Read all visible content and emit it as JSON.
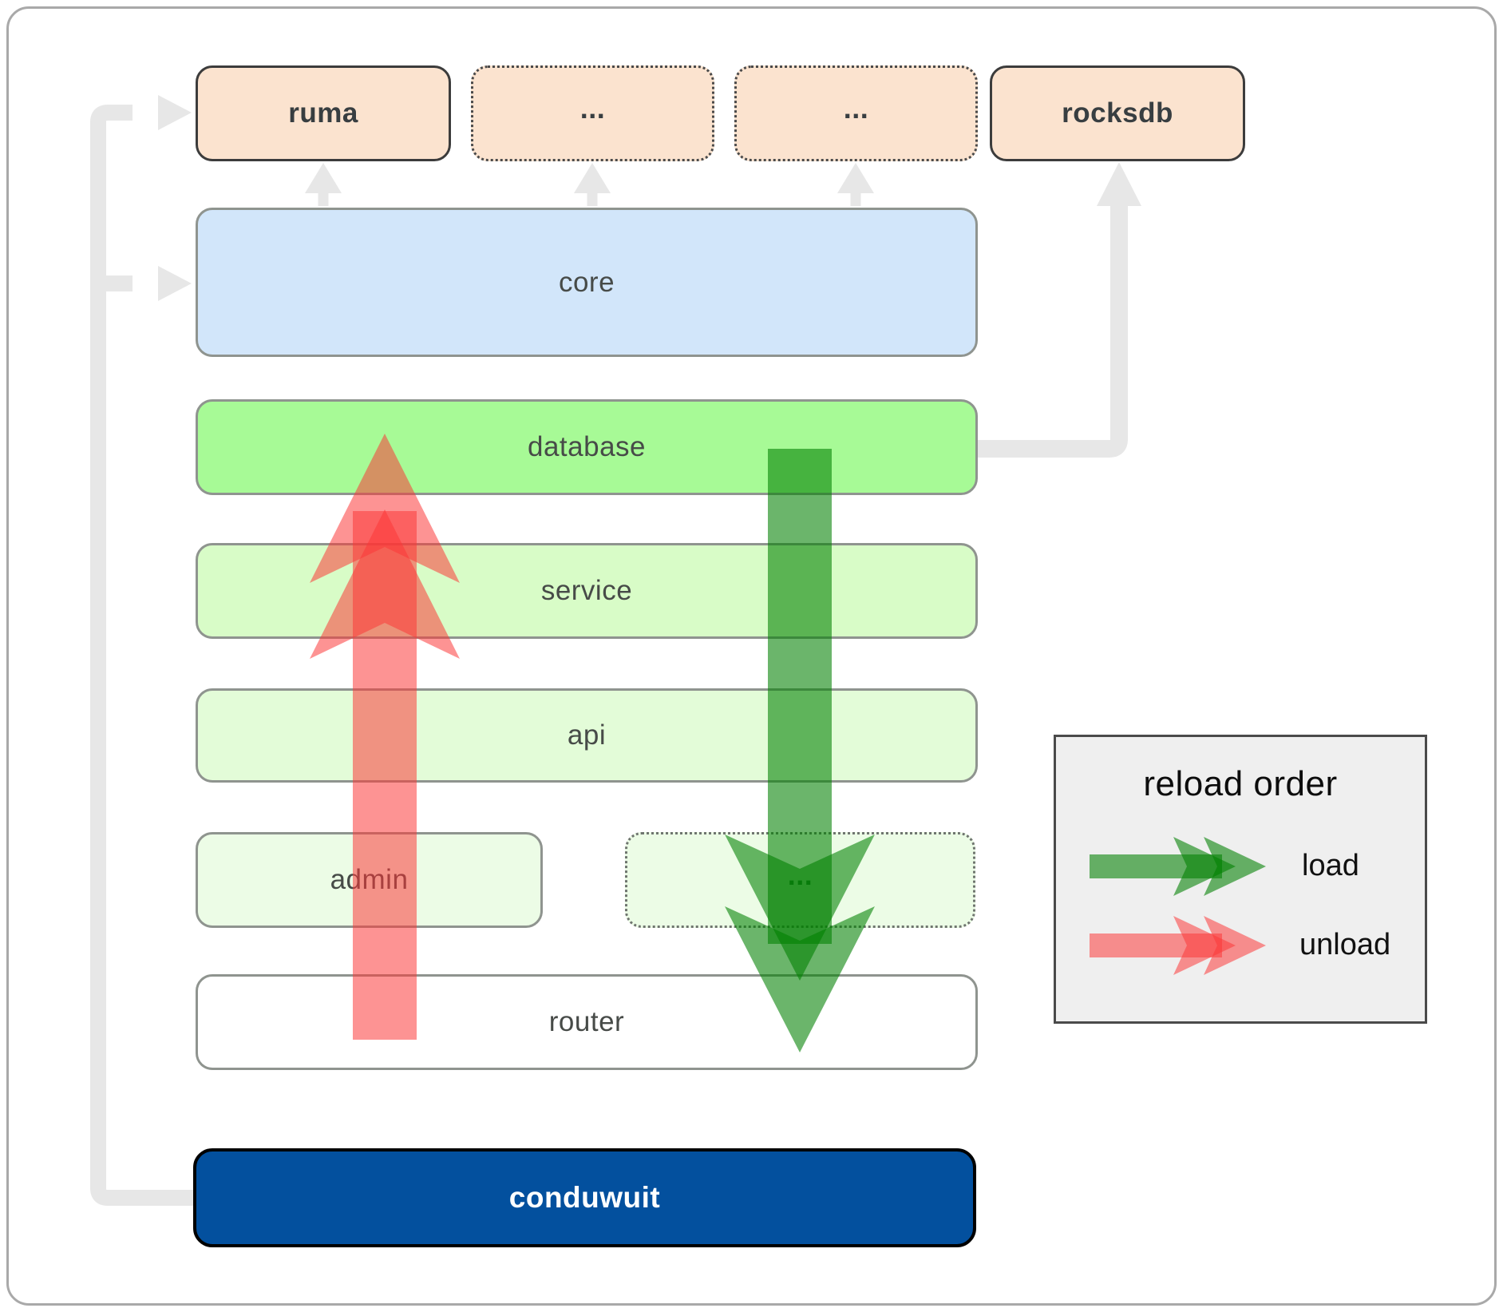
{
  "nodes": {
    "ruma": {
      "label": "ruma"
    },
    "ext_top_1": {
      "label": "..."
    },
    "ext_top_2": {
      "label": "..."
    },
    "rocksdb": {
      "label": "rocksdb"
    },
    "core": {
      "label": "core"
    },
    "database": {
      "label": "database"
    },
    "service": {
      "label": "service"
    },
    "api": {
      "label": "api"
    },
    "admin": {
      "label": "admin"
    },
    "ext_admin": {
      "label": "..."
    },
    "router": {
      "label": "router"
    },
    "conduwuit": {
      "label": "conduwuit"
    }
  },
  "legend": {
    "title": "reload order",
    "items": [
      {
        "label": "load",
        "color": "#008000"
      },
      {
        "label": "unload",
        "color": "#fc3838"
      }
    ]
  },
  "colors": {
    "load-green": "#008000",
    "unload-red": "#fc3838",
    "conduwuit-blue": "#03509e",
    "node-peach": "#fbe3cf",
    "core-blue": "#d2e6fa",
    "database-green": "#a7fa96",
    "service-green": "#d8fcc7",
    "api-green": "#e3fcd8",
    "admin-green": "#ecfce6",
    "connector-gray": "#e7e7e7",
    "legend-bg": "#efefef"
  }
}
